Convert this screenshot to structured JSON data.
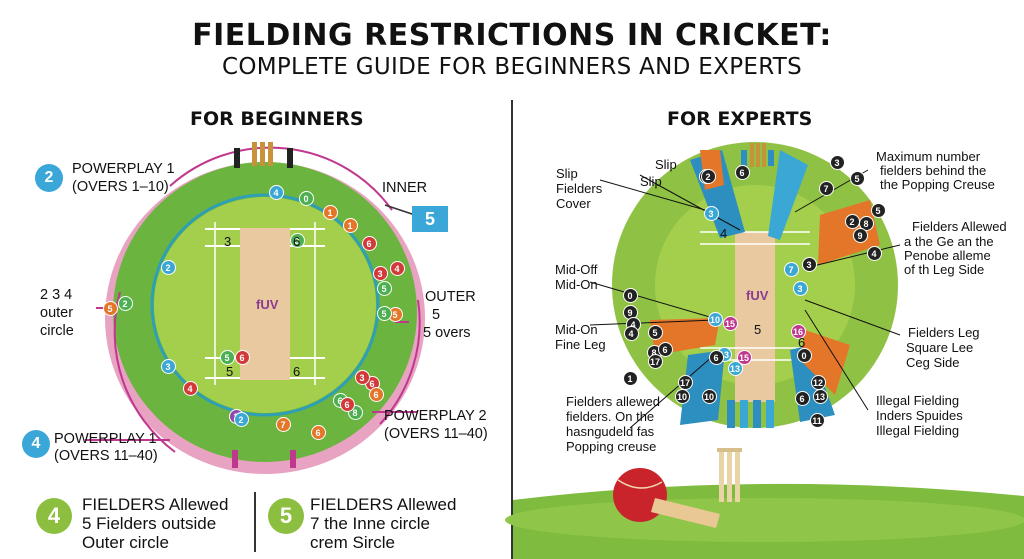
{
  "header": {
    "title": "FIELDING RESTRICTIONS IN CRICKET:",
    "subtitle": "COMPLETE GUIDE FOR BEGINNERS AND EXPERTS"
  },
  "left": {
    "heading": "FOR BEGINNERS",
    "powerplay1": {
      "num": "2",
      "line1": "POWERPLAY 1",
      "line2": "(OVERS 1–10)"
    },
    "inner": {
      "label": "INNER",
      "num": "5"
    },
    "left_circle": {
      "line1": "2 3 4",
      "line2": "outer",
      "line3": "circle"
    },
    "outer": {
      "line1": "OUTER",
      "line2": "5",
      "line3": "5 overs"
    },
    "powerplay_b": {
      "num": "4",
      "line1": "POWERPLAY 1",
      "line2": "(OVERS 11–40)"
    },
    "powerplay2": {
      "line1": "POWERPLAY 2",
      "line2": "(OVERS 11–40)"
    },
    "pitch": {
      "n3": "3",
      "n6": "6",
      "n5": "5",
      "n6b": "6",
      "logo": "fUV"
    },
    "footer1": {
      "num": "4",
      "line1": "FIELDERS Allewed",
      "line2": "5 Fielders outside",
      "line3": "Outer circle"
    },
    "footer2": {
      "num": "5",
      "line1": "FIELDERS Allewed",
      "line2": "7 the Inne circle",
      "line3": "crem Sircle"
    },
    "markers": [
      "4",
      "1",
      "0",
      "1",
      "6",
      "3",
      "2",
      "3",
      "4",
      "5",
      "2",
      "5",
      "3",
      "6",
      "5",
      "4",
      "6",
      "2",
      "5",
      "6",
      "3",
      "8",
      "7",
      "6",
      "2",
      "6",
      "6",
      "5"
    ]
  },
  "right": {
    "heading": "FOR EXPERTS",
    "slip_top": "Slip",
    "slip_left": {
      "line1": "Slip",
      "line2": "Fielders",
      "line3": "Cover"
    },
    "slip2": "Slip",
    "max_note": {
      "line1": "Maximum number",
      "line2": "fielders behind the",
      "line3": "the Popping Creuse"
    },
    "leg_note": {
      "line1": "Fielders Allewed",
      "line2": "a the Ge an the",
      "line3": "Penobe alleme",
      "line4": "of th Leg Side"
    },
    "mid_off": {
      "line1": "Mid-Off",
      "line2": "Mid-On"
    },
    "mid_on": {
      "line1": "Mid-On",
      "line2": "Fine Leg"
    },
    "square_note": {
      "line1": "Fielders Leg",
      "line2": "Square Lee",
      "line3": "Ceg Side"
    },
    "bottom_note": {
      "line1": "Fielders allewed",
      "line2": "fielders. On the",
      "line3": "hasngudeld fas",
      "line4": "Popping creuse"
    },
    "illegal": {
      "line1": "Illegal Fielding",
      "line2": "Inders Spuides",
      "line3": "Illegal Fielding"
    },
    "pitch": {
      "n4": "4",
      "n5": "5",
      "n6": "6",
      "logo": "fUV"
    },
    "markers": [
      "2",
      "5",
      "3",
      "8",
      "7",
      "2",
      "9",
      "4",
      "5",
      "3",
      "6",
      "3",
      "0",
      "7",
      "9",
      "4",
      "10",
      "15",
      "16",
      "13",
      "6",
      "15",
      "10",
      "8",
      "13",
      "17",
      "17",
      "10",
      "2",
      "6",
      "0",
      "11",
      "4",
      "5",
      "6",
      "1",
      "3",
      "12",
      "13"
    ]
  },
  "colors": {
    "field_outer": "#6bb43f",
    "field_inner": "#a4cf4c",
    "pitch": "#e8c9a0",
    "pink": "#e8a3c2",
    "orange": "#e4762a",
    "blue": "#2d8fbf",
    "teal": "#3aa7d4"
  }
}
